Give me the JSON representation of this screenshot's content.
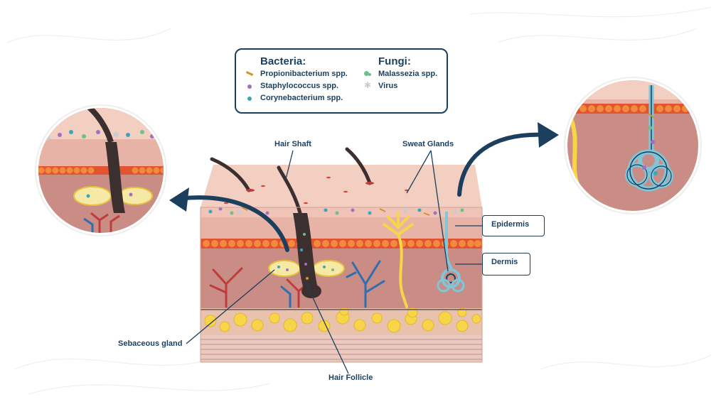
{
  "legend": {
    "bacteria_title": "Bacteria:",
    "bacteria_items": [
      {
        "label": "Propionibacterium spp.",
        "color": "#d4912e",
        "icon": "rod-icon"
      },
      {
        "label": "Staphylococcus spp.",
        "color": "#a56fc0",
        "icon": "dot-icon"
      },
      {
        "label": "Corynebacterium spp.",
        "color": "#3aa7b9",
        "icon": "dot-icon"
      }
    ],
    "fungi_title": "Fungi:",
    "fungi_items": [
      {
        "label": "Malassezia spp.",
        "color": "#6fbf8a",
        "icon": "budding-yeast-icon"
      },
      {
        "label": "Virus",
        "color": "#c8ccd2",
        "icon": "star-icon"
      }
    ]
  },
  "labels": {
    "hair_shaft": "Hair Shaft",
    "sweat_glands": "Sweat Glands",
    "epidermis": "Epidermis",
    "dermis": "Dermis",
    "sebaceous_gland": "Sebaceous gland",
    "hair_follicle": "Hair Follicle"
  },
  "colors": {
    "outline": "#1c3f5e",
    "skin_top": "#f2cfc0",
    "epidermis": "#e6b3a6",
    "dermis": "#c98d86",
    "fat": "#f7d548",
    "cell_line": "#e2542f",
    "artery": "#c23b3b",
    "vein": "#2f6fb0",
    "sebaceous": "#f6e9a6",
    "sweat": "#7fc6d9",
    "hair": "#3b2f2f"
  }
}
